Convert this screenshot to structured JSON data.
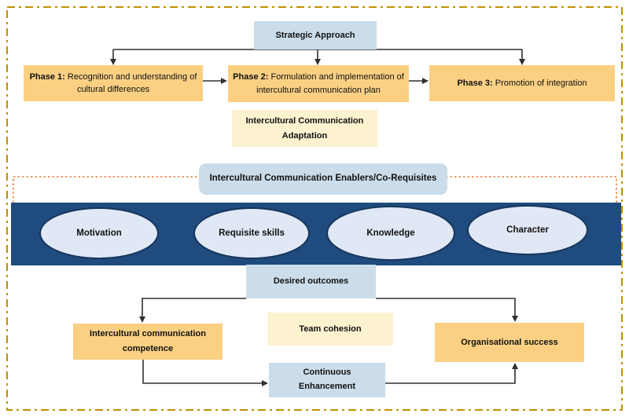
{
  "diagram": {
    "strategic": {
      "label": "Strategic Approach"
    },
    "phases": [
      {
        "prefix": "Phase 1:",
        "desc": "Recognition and understanding of cultural differences"
      },
      {
        "prefix": "Phase 2:",
        "desc": "Formulation and implementation of intercultural communication plan"
      },
      {
        "prefix": "Phase 3:",
        "desc": "Promotion of integration"
      }
    ],
    "adaptation": {
      "label": "Intercultural Communication Adaptation"
    },
    "enablers": {
      "title": "Intercultural Communication Enablers/Co-Requisites",
      "items": [
        "Motivation",
        "Requisite skills",
        "Knowledge",
        "Character"
      ]
    },
    "outcomes": {
      "title": "Desired outcomes",
      "competence": "Intercultural communication competence",
      "team_cohesion": "Team cohesion",
      "organisational_success": "Organisational success",
      "continuous_enhancement": "Continuous Enhancement"
    },
    "colors": {
      "orange_box": "#FBD083",
      "light_yellow_box": "#FDF2D0",
      "light_blue_box": "#CBDDEA",
      "band_blue": "#1F4B7E",
      "ellipse_fill": "#E1E8F5",
      "ellipse_border": "#16365C",
      "outer_border": "#BF9000",
      "inner_dotted_border": "#ED7D31",
      "arrow": "#303030"
    }
  }
}
